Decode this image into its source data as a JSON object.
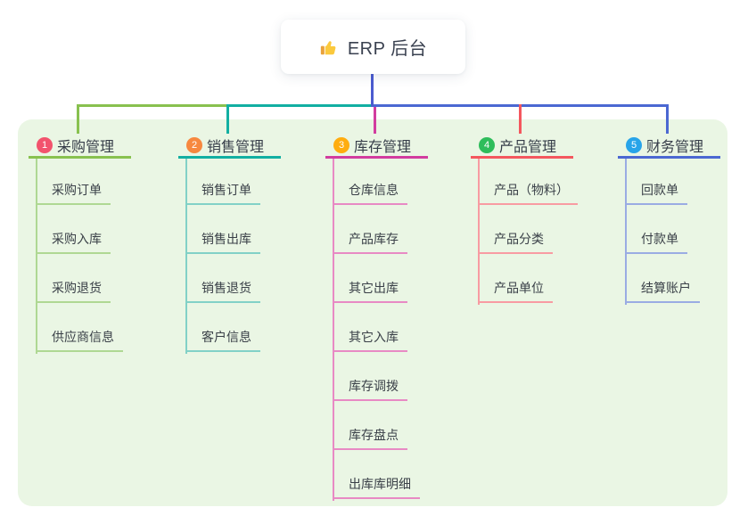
{
  "root": {
    "label": "ERP 后台",
    "icon": "thumbs-up-icon"
  },
  "canvas": {
    "page_bg": "#FFFFFF",
    "panel_bg": "#EAF6E4",
    "root_line_color": "#4B5BD0",
    "root_text_color": "#3A4150",
    "branch_text_color": "#363D49",
    "child_text_color": "#3A4048",
    "icon_colors": {
      "thumb_hand": "#FBC93D",
      "thumb_cuff": "#E9A23B"
    }
  },
  "branches": [
    {
      "index": "1",
      "label": "采购管理",
      "badge_color": "#F2536D",
      "line_color": "#88C14F",
      "child_line_color": "#AFD893",
      "children": [
        "采购订单",
        "采购入库",
        "采购退货",
        "供应商信息"
      ]
    },
    {
      "index": "2",
      "label": "销售管理",
      "badge_color": "#F7883F",
      "line_color": "#12AFA2",
      "child_line_color": "#82D1C7",
      "children": [
        "销售订单",
        "销售出库",
        "销售退货",
        "客户信息"
      ]
    },
    {
      "index": "3",
      "label": "库存管理",
      "badge_color": "#FFAD0F",
      "line_color": "#D23C9F",
      "child_line_color": "#E88AC4",
      "children": [
        "仓库信息",
        "产品库存",
        "其它出库",
        "其它入库",
        "库存调拨",
        "库存盘点",
        "出库库明细"
      ]
    },
    {
      "index": "4",
      "label": "产品管理",
      "badge_color": "#2EBD5B",
      "line_color": "#F4575E",
      "child_line_color": "#F89BA2",
      "children": [
        "产品（物料）",
        "产品分类",
        "产品单位"
      ]
    },
    {
      "index": "5",
      "label": "财务管理",
      "badge_color": "#28A4E9",
      "line_color": "#4B68D2",
      "child_line_color": "#9AACE3",
      "children": [
        "回款单",
        "付款单",
        "结算账户"
      ]
    }
  ]
}
